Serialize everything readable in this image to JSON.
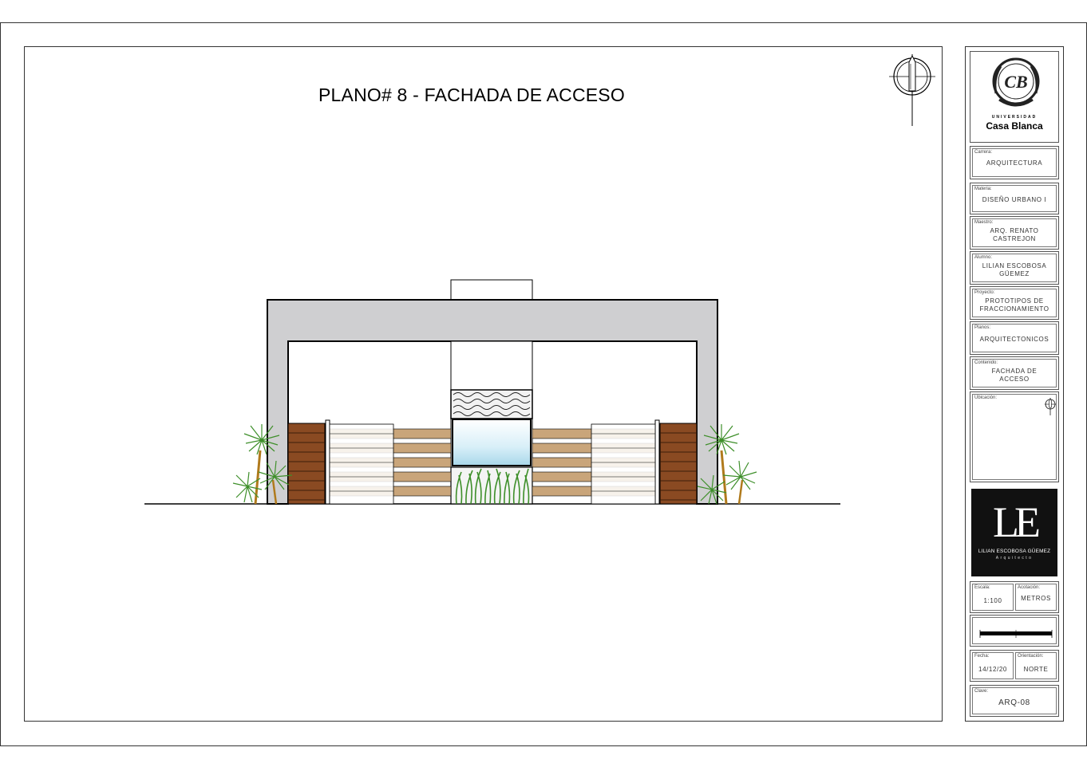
{
  "sheet": {
    "title": "PLANO# 8 - FACHADA DE ACCESO"
  },
  "title_block": {
    "university": {
      "small": "UNIVERSIDAD",
      "name": "Casa Blanca",
      "seal_text": "CB"
    },
    "fields": [
      {
        "label": "Carrera:",
        "value": "ARQUITECTURA"
      },
      {
        "label": "Materia:",
        "value": "DISEÑO URBANO I"
      },
      {
        "label": "Maestro:",
        "value": "ARQ. RENATO\nCASTREJON"
      },
      {
        "label": "Alumno:",
        "value": "LILIAN ESCOBOSA\nGÜEMEZ"
      },
      {
        "label": "Proyecto:",
        "value": "PROTOTIPOS DE\nFRACCIONAMIENTO"
      },
      {
        "label": "Planos:",
        "value": "ARQUITECTONICOS"
      },
      {
        "label": "Contenido:",
        "value": "FACHADA DE\nACCESO"
      }
    ],
    "location_label": "Ubicación:",
    "brand": {
      "monogram": "LE",
      "name": "LILIAN ESCOBOSA GÜEMEZ",
      "subtitle": "Arquitecto"
    },
    "escala": {
      "label": "Escala:",
      "value": "1:100"
    },
    "acotacion": {
      "label": "Acotación:",
      "value": "METROS"
    },
    "fecha": {
      "label": "Fecha:",
      "value": "14/12/20"
    },
    "orientacion": {
      "label": "Orientación:",
      "value": "NORTE"
    },
    "clave": {
      "label": "Clave:",
      "value": "ARQ-08"
    }
  },
  "colors": {
    "wall_gray": "#cfcfd1",
    "wood": "#8a4a22",
    "wood_light": "#c9a57a",
    "glass": "#bfe3f2",
    "plant": "#3e8f2a",
    "palm_trunk": "#b07a1c",
    "logo_bg": "#111111"
  },
  "icons": {
    "north_arrow": "compass-north-icon",
    "university_seal": "seal-icon"
  }
}
